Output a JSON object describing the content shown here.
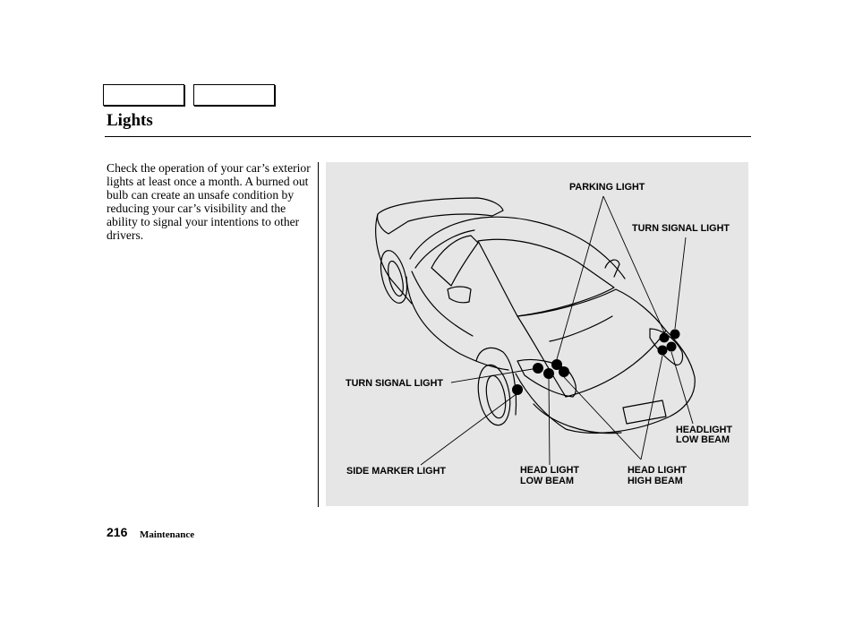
{
  "header": {
    "title": "Lights"
  },
  "body": {
    "intro": "Check the operation of your car’s exterior lights at least once a month. A burned out bulb can create an unsafe condition by reducing your car’s visibility and the ability to signal your intentions to other drivers."
  },
  "figure": {
    "labels": {
      "parking_light": "PARKING LIGHT",
      "turn_signal_right": "TURN SIGNAL LIGHT",
      "turn_signal_left": "TURN SIGNAL LIGHT",
      "side_marker": "SIDE MARKER LIGHT",
      "headlight_low_right_1": "HEADLIGHT",
      "headlight_low_right_2": "LOW BEAM",
      "head_low_1": "HEAD LIGHT",
      "head_low_2": "LOW BEAM",
      "head_high_1": "HEAD LIGHT",
      "head_high_2": "HIGH BEAM"
    }
  },
  "footer": {
    "page_number": "216",
    "section": "Maintenance"
  }
}
